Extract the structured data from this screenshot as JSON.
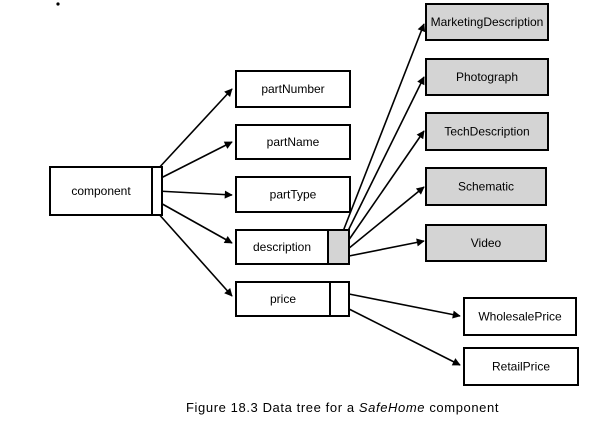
{
  "diagram": {
    "nodes": {
      "component": "component",
      "partNumber": "partNumber",
      "partName": "partName",
      "partType": "partType",
      "description": "description",
      "price": "price",
      "marketing": "MarketingDescription",
      "photograph": "Photograph",
      "tech": "TechDescription",
      "schematic": "Schematic",
      "video": "Video",
      "wholesale": "WholesalePrice",
      "retail": "RetailPrice"
    },
    "caption": {
      "prefix": "Figure 18.3   Data tree for a ",
      "italic": "SafeHome",
      "suffix": " component"
    },
    "colors": {
      "leaf_fill": "#d4d4d4",
      "box_fill": "#ffffff",
      "stroke": "#000000"
    }
  }
}
